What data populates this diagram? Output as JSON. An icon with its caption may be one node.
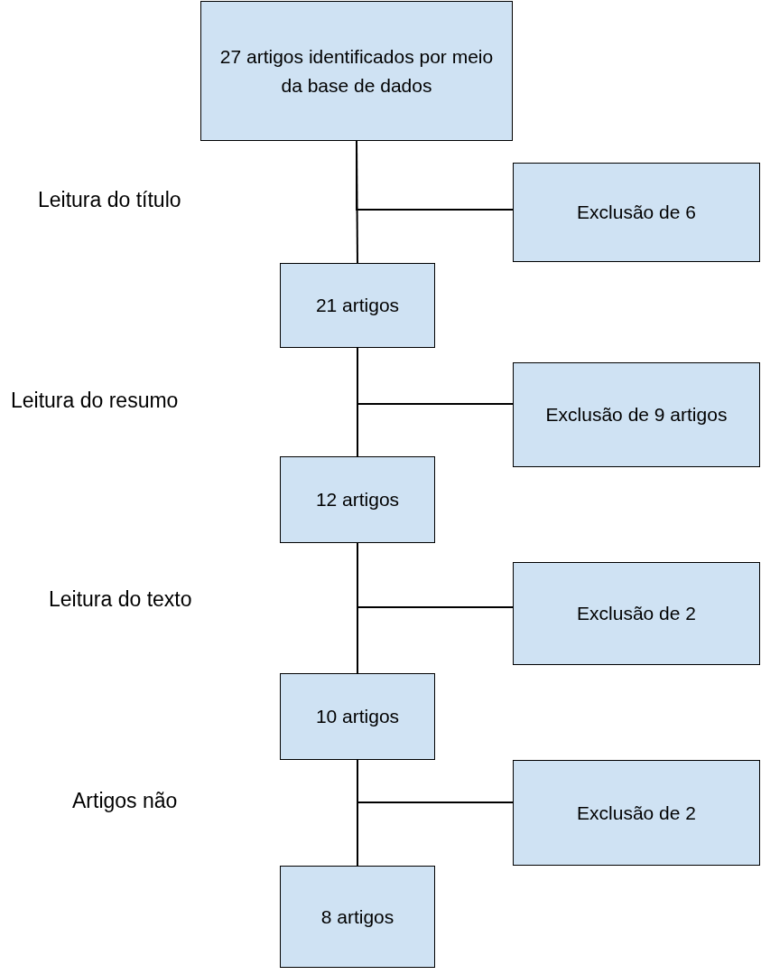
{
  "diagram": {
    "nodes": [
      {
        "text": [
          "27 artigos identificados por meio da base de dados"
        ]
      },
      {
        "text": [
          "Exclusão de 6"
        ]
      },
      {
        "text": [
          "21 artigos"
        ]
      },
      {
        "text": [
          "Exclusão de 9 artigos"
        ]
      },
      {
        "text": [
          "12 artigos"
        ]
      },
      {
        "text": [
          "Exclusão de 2"
        ]
      },
      {
        "text": [
          "10 artigos"
        ]
      },
      {
        "text": [
          "Exclusão de 2"
        ]
      },
      {
        "text": [
          "8 artigos"
        ]
      }
    ],
    "edges": [
      {
        "from": 0,
        "to": 2,
        "arrow": "none"
      },
      {
        "from": 0,
        "to": 1,
        "arrow": "none"
      },
      {
        "from": 2,
        "to": 4,
        "arrow": "none"
      },
      {
        "from": 2,
        "to": 3,
        "arrow": "none"
      },
      {
        "from": 4,
        "to": 6,
        "arrow": "none"
      },
      {
        "from": 4,
        "to": 5,
        "arrow": "none"
      },
      {
        "from": 6,
        "to": 8,
        "arrow": "none"
      },
      {
        "from": 6,
        "to": 7,
        "arrow": "none"
      }
    ],
    "labels": [
      "Leitura do título",
      "Leitura do resumo",
      "Leitura do texto",
      "Artigos não"
    ]
  }
}
